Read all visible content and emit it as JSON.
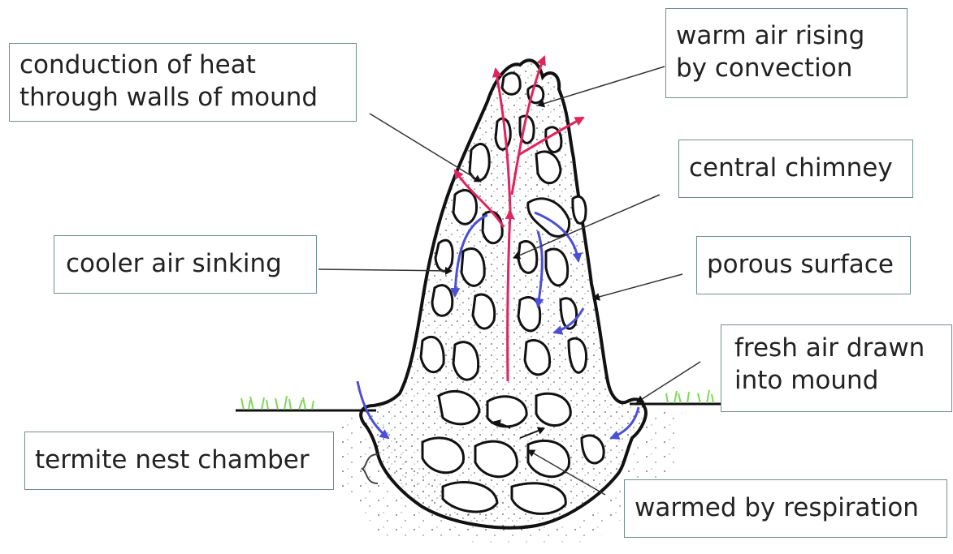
{
  "labels": {
    "conduction": [
      "conduction of heat",
      "through walls of mound"
    ],
    "warm_air": [
      "warm air rising",
      "by convection"
    ],
    "chimney": "central chimney",
    "cooler": "cooler air sinking",
    "porous": "porous surface",
    "fresh_air": [
      "fresh air drawn",
      "into mound"
    ],
    "nest": "termite nest chamber",
    "warmed": "warmed by respiration"
  },
  "colors": {
    "outline": "#111111",
    "warm_arrow": "#e0245e",
    "cool_arrow": "#4b4fd6",
    "grass": "#7ed957",
    "label_border": "#6f8f8c"
  }
}
